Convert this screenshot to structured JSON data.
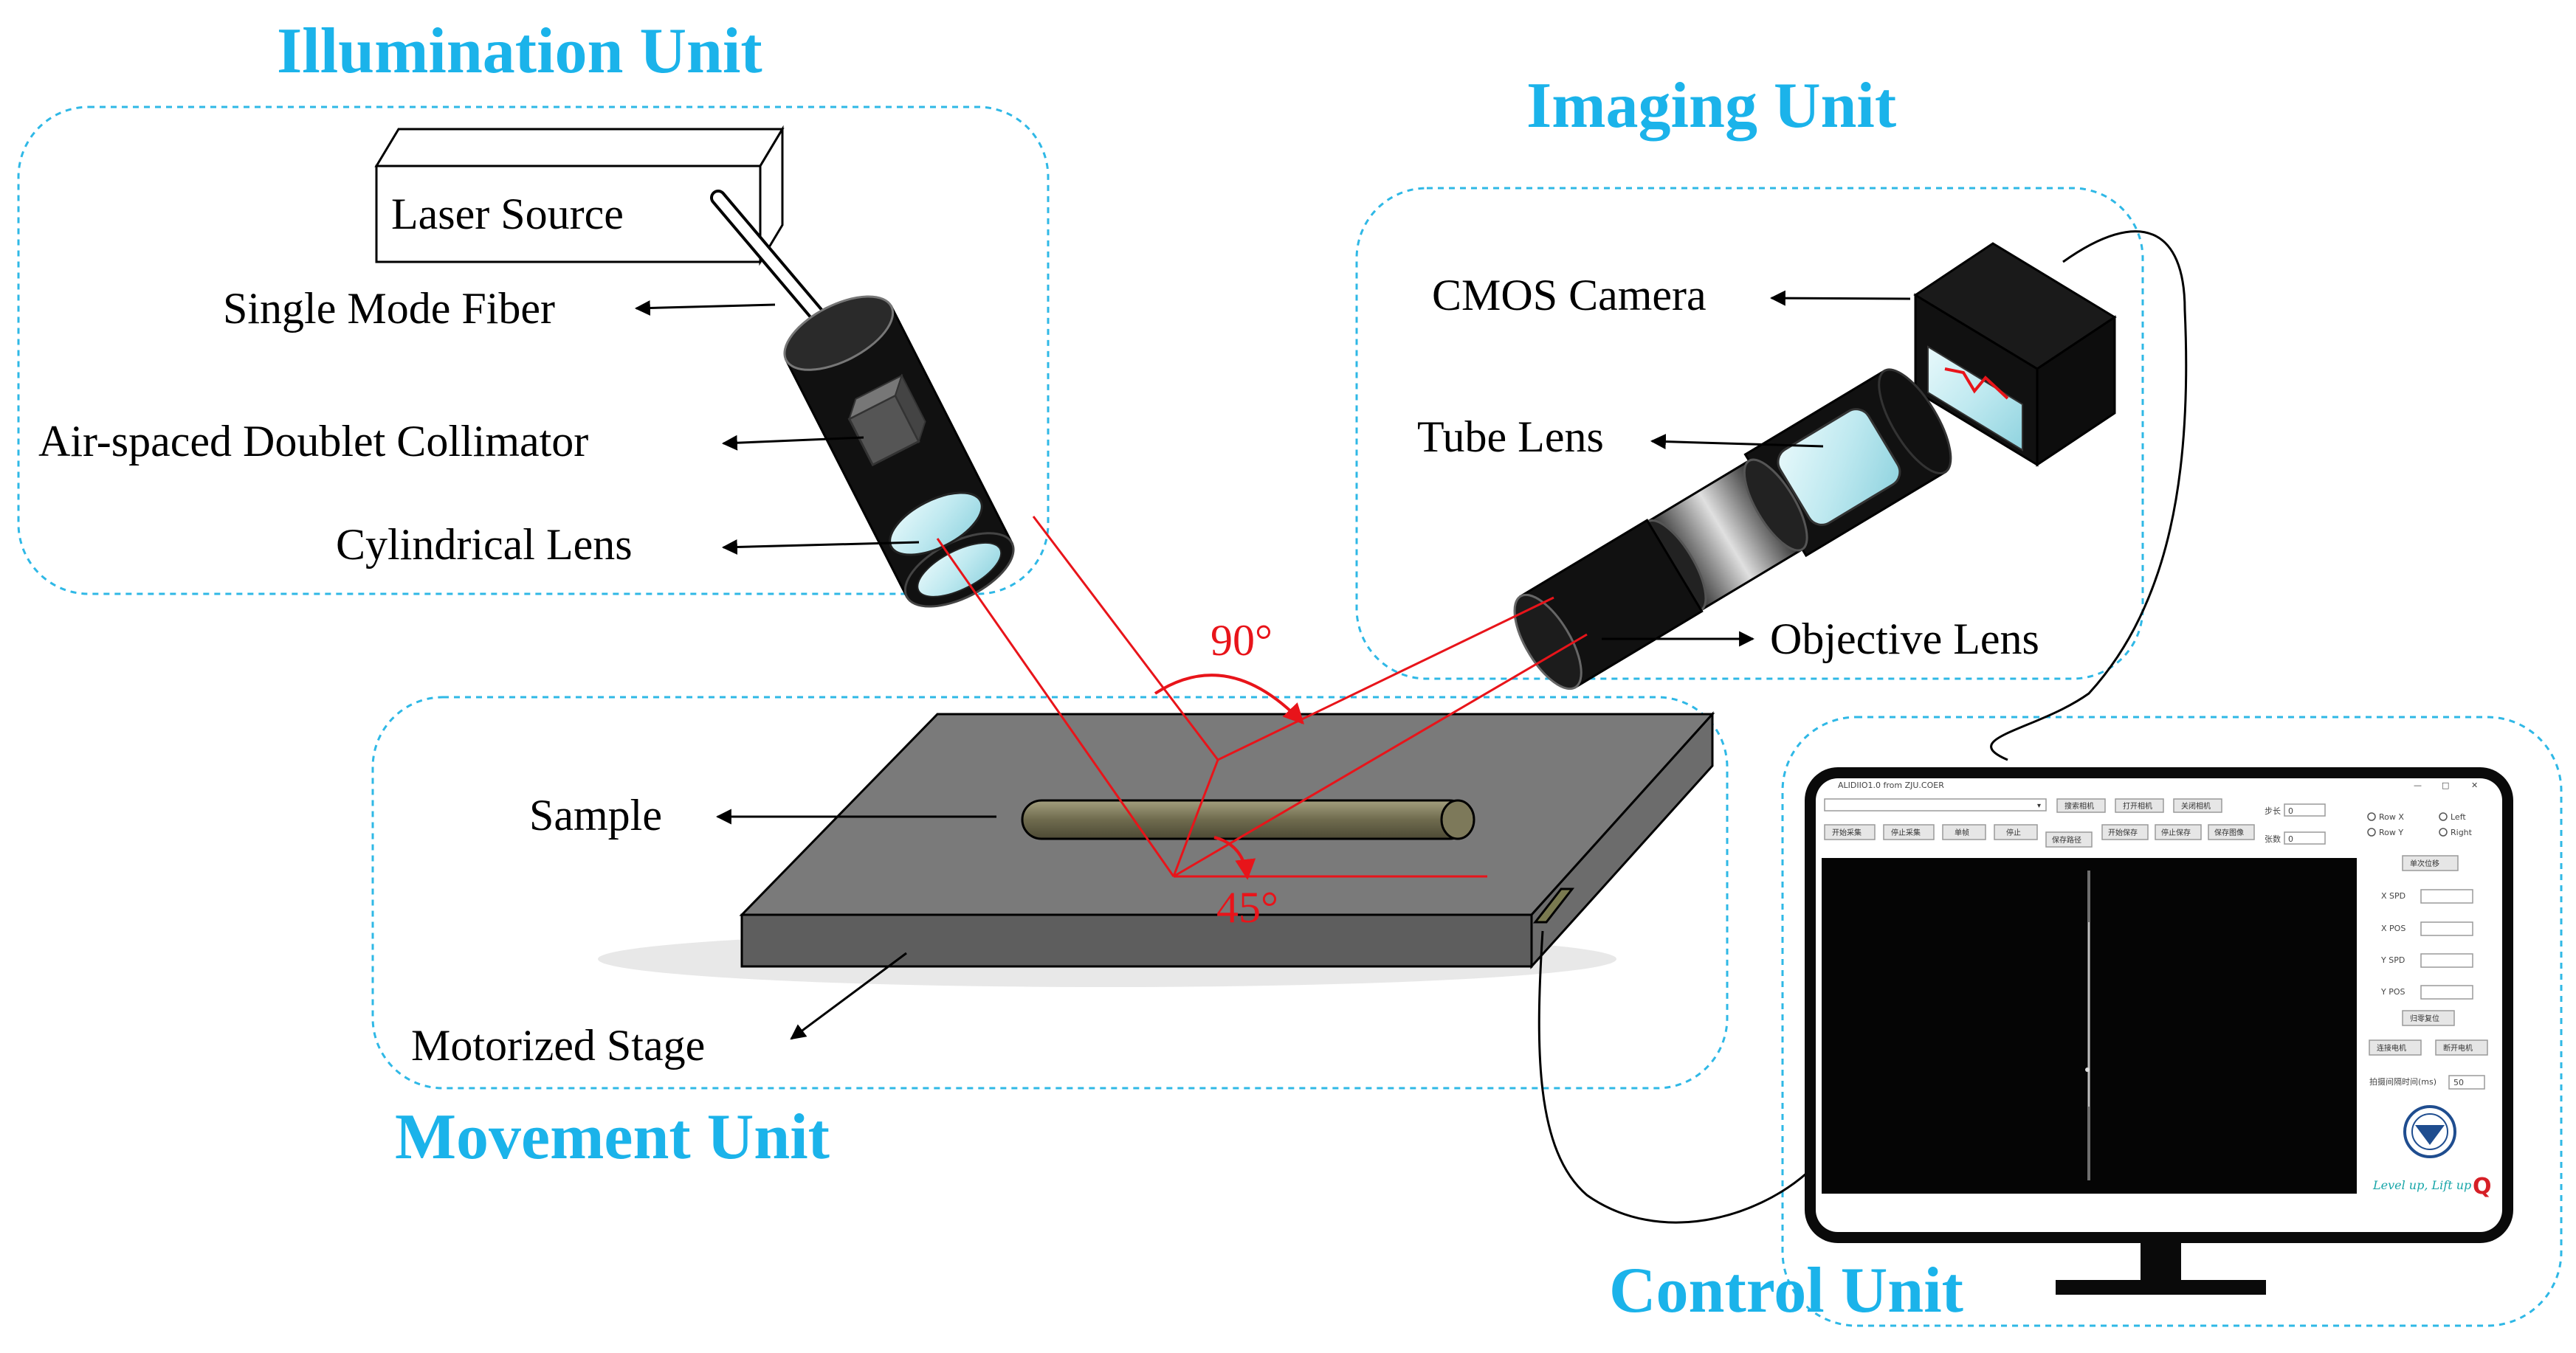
{
  "units": {
    "illumination": "Illumination Unit",
    "imaging": "Imaging Unit",
    "movement": "Movement Unit",
    "control": "Control Unit"
  },
  "components": {
    "laser_source": "Laser Source",
    "single_mode_fiber": "Single  Mode Fiber",
    "collimator": "Air-spaced Doublet Collimator",
    "cylindrical_lens": "Cylindrical  Lens",
    "cmos_camera": "CMOS  Camera",
    "tube_lens": "Tube Lens",
    "objective_lens": "Objective Lens",
    "sample": "Sample",
    "motorized_stage": "Motorized Stage"
  },
  "angles": {
    "angle_90": "90°",
    "angle_45": "45°"
  },
  "software": {
    "window_title": "ALIDIIO1.0      from ZJU.COER",
    "btn_search_camera": "搜索相机",
    "btn_open_camera": "打开相机",
    "btn_close_camera": "关闭相机",
    "btn_start_capture": "开始采集",
    "btn_stop_capture": "停止采集",
    "btn_single": "单帧",
    "btn_stop": "停止",
    "btn_save_path": "保存路径",
    "btn_begin_save": "开始保存",
    "btn_stop_save": "停止保存",
    "btn_save_img": "保存图像",
    "label_step": "步长",
    "label_count": "张数",
    "value_step": "0",
    "value_count": "0",
    "radio_row_x": "Row X",
    "radio_row_y": "Row Y",
    "radio_left": "Left",
    "radio_right": "Right",
    "btn_single_move": "单次位移",
    "x_spd": "X SPD",
    "x_pos": "X POS",
    "y_spd": "Y SPD",
    "y_pos": "Y POS",
    "btn_reset": "归零复位",
    "btn_connect_motor": "连接电机",
    "btn_disconnect_motor": "断开电机",
    "label_interval": "拍摄间隔时间(ms)",
    "value_interval": "50",
    "slogan": "Level up, Lift up",
    "window_min": "—",
    "window_max": "□",
    "window_close": "✕"
  },
  "colors": {
    "unit_title": "#1bb3ea",
    "dashed_border": "#2fb8e6",
    "laser_beam": "#e8141a",
    "stage_top": "#7a7a7a",
    "sample_rod": "#6f6b4e",
    "glass": "#c8eef3"
  }
}
